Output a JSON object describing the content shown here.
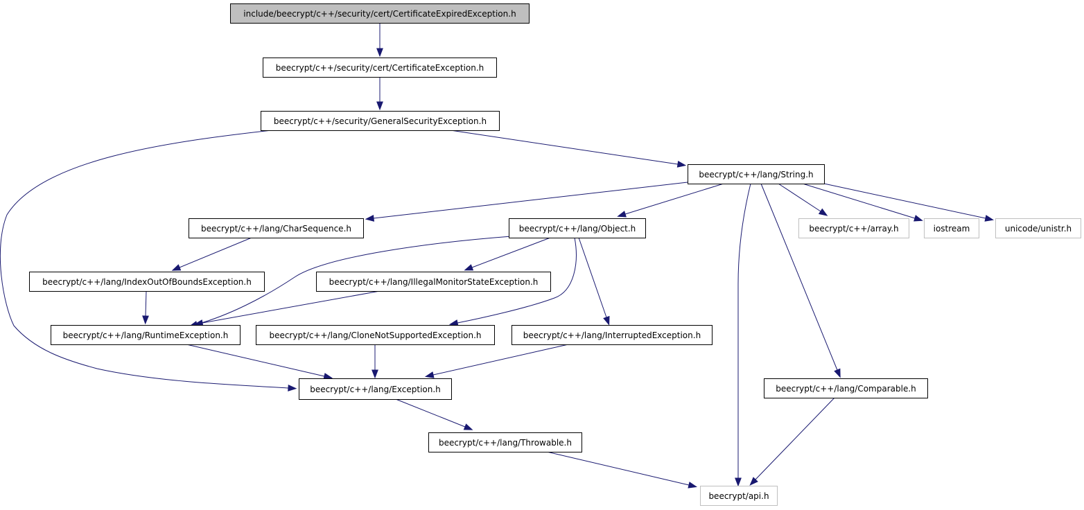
{
  "diagram": {
    "colors": {
      "edge": "#191970",
      "root_fill": "#bfbfbf",
      "node_fill": "#ffffff",
      "node_border": "#000000",
      "external_border": "#bfbfbf",
      "text": "#000000"
    },
    "nodes": [
      {
        "id": "root",
        "label": "include/beecrypt/c++/security/cert/CertificateExpiredException.h",
        "kind": "root"
      },
      {
        "id": "certexc",
        "label": "beecrypt/c++/security/cert/CertificateException.h",
        "kind": "normal"
      },
      {
        "id": "gse",
        "label": "beecrypt/c++/security/GeneralSecurityException.h",
        "kind": "normal"
      },
      {
        "id": "string",
        "label": "beecrypt/c++/lang/String.h",
        "kind": "normal"
      },
      {
        "id": "charseq",
        "label": "beecrypt/c++/lang/CharSequence.h",
        "kind": "normal"
      },
      {
        "id": "object",
        "label": "beecrypt/c++/lang/Object.h",
        "kind": "normal"
      },
      {
        "id": "array",
        "label": "beecrypt/c++/array.h",
        "kind": "external"
      },
      {
        "id": "iostream",
        "label": "iostream",
        "kind": "external"
      },
      {
        "id": "unistr",
        "label": "unicode/unistr.h",
        "kind": "external"
      },
      {
        "id": "ioob",
        "label": "beecrypt/c++/lang/IndexOutOfBoundsException.h",
        "kind": "normal"
      },
      {
        "id": "imse",
        "label": "beecrypt/c++/lang/IllegalMonitorStateException.h",
        "kind": "normal"
      },
      {
        "id": "runtime",
        "label": "beecrypt/c++/lang/RuntimeException.h",
        "kind": "normal"
      },
      {
        "id": "clone",
        "label": "beecrypt/c++/lang/CloneNotSupportedException.h",
        "kind": "normal"
      },
      {
        "id": "interrupted",
        "label": "beecrypt/c++/lang/InterruptedException.h",
        "kind": "normal"
      },
      {
        "id": "exception",
        "label": "beecrypt/c++/lang/Exception.h",
        "kind": "normal"
      },
      {
        "id": "comparable",
        "label": "beecrypt/c++/lang/Comparable.h",
        "kind": "normal"
      },
      {
        "id": "throwable",
        "label": "beecrypt/c++/lang/Throwable.h",
        "kind": "normal"
      },
      {
        "id": "api",
        "label": "beecrypt/api.h",
        "kind": "external"
      }
    ],
    "edges": [
      {
        "from": "root",
        "to": "certexc"
      },
      {
        "from": "certexc",
        "to": "gse"
      },
      {
        "from": "gse",
        "to": "string"
      },
      {
        "from": "gse",
        "to": "exception"
      },
      {
        "from": "string",
        "to": "charseq"
      },
      {
        "from": "string",
        "to": "object"
      },
      {
        "from": "string",
        "to": "array"
      },
      {
        "from": "string",
        "to": "iostream"
      },
      {
        "from": "string",
        "to": "unistr"
      },
      {
        "from": "string",
        "to": "api"
      },
      {
        "from": "string",
        "to": "comparable"
      },
      {
        "from": "charseq",
        "to": "ioob"
      },
      {
        "from": "ioob",
        "to": "runtime"
      },
      {
        "from": "object",
        "to": "runtime"
      },
      {
        "from": "object",
        "to": "imse"
      },
      {
        "from": "object",
        "to": "clone"
      },
      {
        "from": "object",
        "to": "interrupted"
      },
      {
        "from": "imse",
        "to": "runtime"
      },
      {
        "from": "runtime",
        "to": "exception"
      },
      {
        "from": "clone",
        "to": "exception"
      },
      {
        "from": "interrupted",
        "to": "exception"
      },
      {
        "from": "exception",
        "to": "throwable"
      },
      {
        "from": "throwable",
        "to": "api"
      },
      {
        "from": "comparable",
        "to": "api"
      }
    ]
  }
}
